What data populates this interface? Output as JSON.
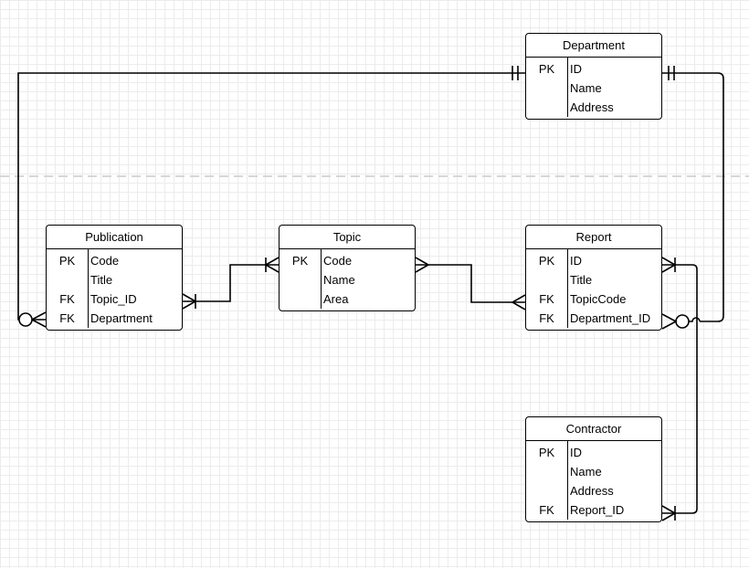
{
  "entities": {
    "department": {
      "title": "Department",
      "rows": [
        {
          "key": "PK",
          "field": "ID"
        },
        {
          "key": "",
          "field": "Name"
        },
        {
          "key": "",
          "field": "Address"
        }
      ]
    },
    "publication": {
      "title": "Publication",
      "rows": [
        {
          "key": "PK",
          "field": "Code"
        },
        {
          "key": "",
          "field": "Title"
        },
        {
          "key": "FK",
          "field": "Topic_ID"
        },
        {
          "key": "FK",
          "field": "Department"
        }
      ]
    },
    "topic": {
      "title": "Topic",
      "rows": [
        {
          "key": "PK",
          "field": "Code"
        },
        {
          "key": "",
          "field": "Name"
        },
        {
          "key": "",
          "field": "Area"
        }
      ]
    },
    "report": {
      "title": "Report",
      "rows": [
        {
          "key": "PK",
          "field": "ID"
        },
        {
          "key": "",
          "field": "Title"
        },
        {
          "key": "FK",
          "field": "TopicCode"
        },
        {
          "key": "FK",
          "field": "Department_ID"
        }
      ]
    },
    "contractor": {
      "title": "Contractor",
      "rows": [
        {
          "key": "PK",
          "field": "ID"
        },
        {
          "key": "",
          "field": "Name"
        },
        {
          "key": "",
          "field": "Address"
        },
        {
          "key": "FK",
          "field": "Report_ID"
        }
      ]
    }
  },
  "relationships": [
    {
      "from": "Department",
      "to": "Publication",
      "from_end": "one-and-only-one",
      "to_end": "zero-or-many"
    },
    {
      "from": "Department",
      "to": "Report",
      "from_end": "one-and-only-one",
      "to_end": "zero-or-many"
    },
    {
      "from": "Topic",
      "to": "Publication",
      "from_end": "one-or-many",
      "to_end": "one-or-many"
    },
    {
      "from": "Topic",
      "to": "Report",
      "from_end": "many",
      "to_end": "many"
    },
    {
      "from": "Report",
      "to": "Contractor",
      "from_end": "one-or-many",
      "to_end": "one-or-many"
    }
  ]
}
